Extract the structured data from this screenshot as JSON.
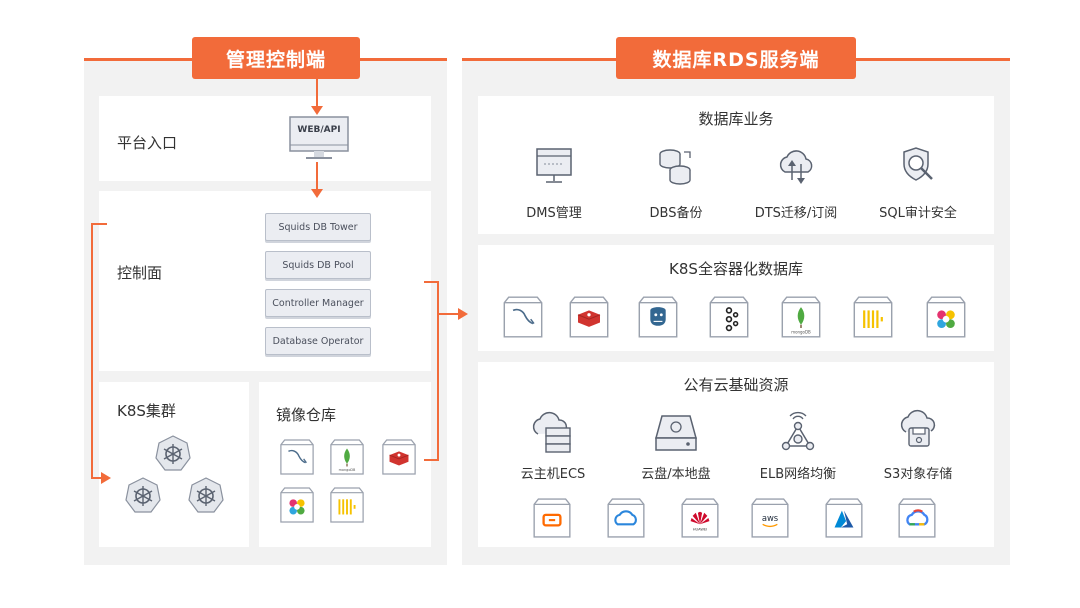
{
  "headers": {
    "mgmt": "管理控制端",
    "rds": "数据库RDS服务端"
  },
  "left": {
    "platform_entry": "平台入口",
    "web_api": "WEB/API",
    "control_plane": "控制面",
    "stack": [
      "Squids DB Tower",
      "Squids DB Pool",
      "Controller Manager",
      "Database Operator"
    ],
    "k8s_cluster": "K8S集群",
    "image_repo": "镜像仓库"
  },
  "right": {
    "db_services": {
      "title": "数据库业务",
      "items": [
        "DMS管理",
        "DBS备份",
        "DTS迁移/订阅",
        "SQL审计安全"
      ]
    },
    "k8s_db": {
      "title": "K8S全容器化数据库",
      "icons": [
        "mysql-icon",
        "redis-icon",
        "postgresql-icon",
        "kafka-icon",
        "mongodb-icon",
        "clickhouse-icon",
        "tidb-icon"
      ]
    },
    "cloud": {
      "title": "公有云基础资源",
      "items": [
        "云主机ECS",
        "云盘/本地盘",
        "ELB网络均衡",
        "S3对象存储"
      ],
      "providers": [
        "aliyun-icon",
        "tencent-cloud-icon",
        "huawei-icon",
        "aws-icon",
        "azure-icon",
        "google-cloud-icon"
      ],
      "huawei_text": "HUAWEI",
      "aws_text": "aws"
    }
  },
  "misc": {
    "mongo_text": "mongoDB"
  },
  "colors": {
    "accent": "#f26b3a",
    "panel": "#f2f2f2",
    "icon": "#5a6270"
  }
}
